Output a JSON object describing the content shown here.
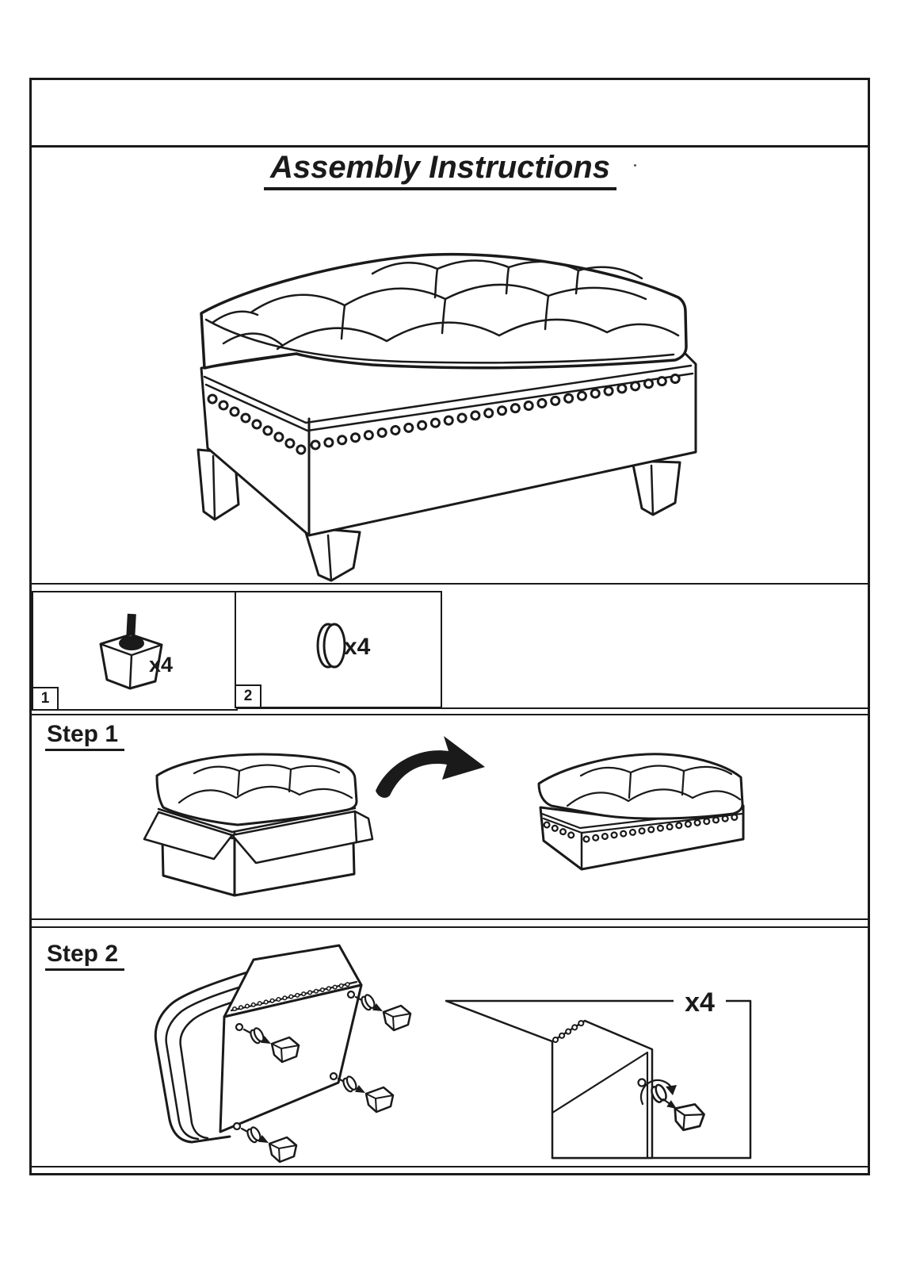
{
  "document": {
    "title": "Assembly Instructions",
    "parts": [
      {
        "number": "1",
        "name": "ottoman-leg",
        "quantity": "x4"
      },
      {
        "number": "2",
        "name": "washer",
        "quantity": "x4"
      }
    ],
    "steps": [
      {
        "label": "Step 1",
        "illustrations": [
          "ottoman-in-open-box",
          "curved-arrow",
          "assembled-ottoman-without-legs"
        ]
      },
      {
        "label": "Step 2",
        "illustrations": [
          "flipped-ottoman-leg-attachment",
          "leg-attachment-detail-callout"
        ],
        "detail_quantity": "x4"
      }
    ],
    "colors": {
      "ink": "#1a1a1a",
      "paper": "#ffffff"
    }
  }
}
